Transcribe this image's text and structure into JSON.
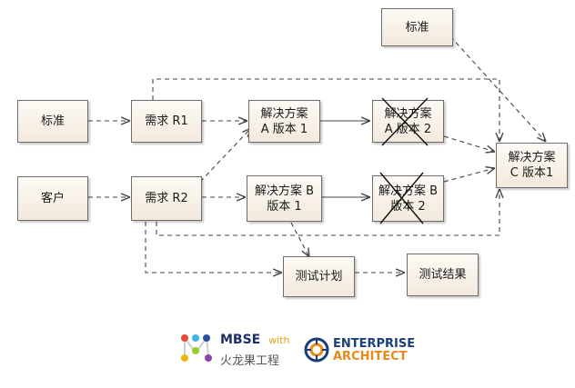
{
  "diagram": {
    "nodes": {
      "standard_top": "标准",
      "standard": "标准",
      "customer": "客户",
      "req_r1": "需求 R1",
      "req_r2": "需求 R2",
      "sol_a1": "解决方案\nA 版本 1",
      "sol_a2": "解决方案\nA 版本 2",
      "sol_b1": "解决方案 B\n版本 1",
      "sol_b2": "解决方案 B\n版本 2",
      "sol_c1": "解决方案\nC 版本1",
      "test_plan": "测试计划",
      "test_result": "测试结果"
    },
    "edges": [
      {
        "from": "standard",
        "to": "req_r1",
        "style": "dashed"
      },
      {
        "from": "customer",
        "to": "req_r2",
        "style": "dashed"
      },
      {
        "from": "req_r1",
        "to": "sol_a1",
        "style": "dashed"
      },
      {
        "from": "req_r2",
        "to": "sol_a1",
        "style": "dashed"
      },
      {
        "from": "req_r2",
        "to": "sol_b1",
        "style": "dashed"
      },
      {
        "from": "sol_a1",
        "to": "sol_a2",
        "style": "solid"
      },
      {
        "from": "sol_b1",
        "to": "sol_b2",
        "style": "solid"
      },
      {
        "from": "sol_a2",
        "to": "sol_c1",
        "style": "dashed"
      },
      {
        "from": "sol_b2",
        "to": "sol_c1",
        "style": "dashed"
      },
      {
        "from": "standard_top",
        "to": "sol_c1",
        "style": "dashed"
      },
      {
        "from": "req_r1",
        "to": "sol_c1",
        "style": "dashed"
      },
      {
        "from": "req_r2",
        "to": "sol_c1",
        "style": "dashed"
      },
      {
        "from": "sol_b1",
        "to": "test_plan",
        "style": "dashed"
      },
      {
        "from": "req_r2",
        "to": "test_plan",
        "style": "dashed"
      },
      {
        "from": "test_plan",
        "to": "test_result",
        "style": "dashed"
      }
    ],
    "crossed_out": [
      "sol_a2",
      "sol_b2"
    ]
  },
  "branding": {
    "mbse_label": "MBSE",
    "with_label": "with",
    "subtitle": "火龙果工程",
    "ea_line1": "ENTERPRISE",
    "ea_line2": "ARCHITECT",
    "colors": {
      "mbse_text": "#1f2d6b",
      "with_text": "#e8a317",
      "subtitle_text": "#555555",
      "ea_blue": "#1b3f7a",
      "ea_orange": "#e8891c"
    }
  }
}
